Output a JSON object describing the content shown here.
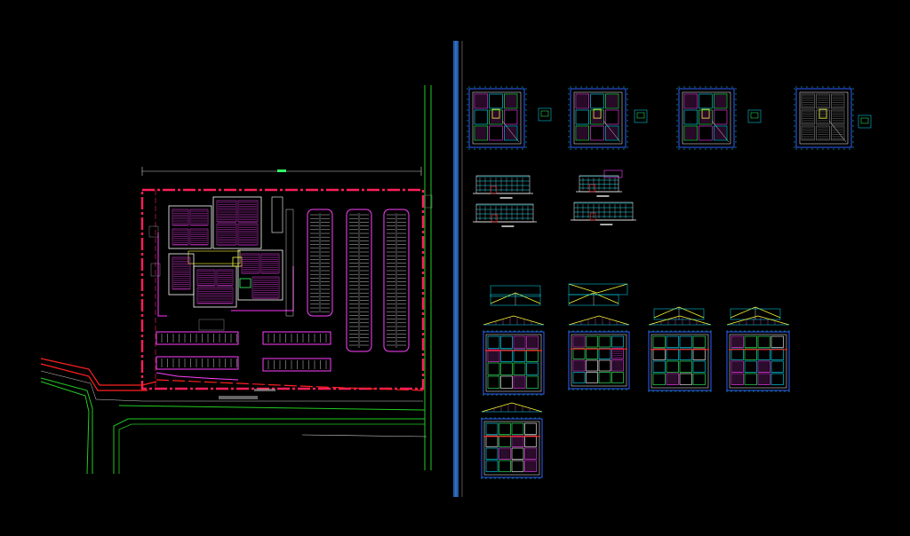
{
  "view": {
    "background": "#000000",
    "divider_color": "#1e5aa8"
  },
  "site_plan": {
    "boundary_color": "#ff1e5a",
    "building_color": "#ff33ff",
    "parking_color": "#ff40ff",
    "road_red_color": "#ff2020",
    "road_green_color": "#22cc22",
    "notes": [
      "",
      "",
      ""
    ]
  },
  "sheets": {
    "plan_sheets": 4,
    "elevation_sheets": 2,
    "section_sheets": 5
  },
  "palette": {
    "cyan": "#00e5ff",
    "magenta": "#ff44ff",
    "yellow": "#ffff33",
    "green": "#33ff66",
    "red": "#ff2222",
    "white": "#ffffff",
    "blue": "#3060ff"
  }
}
